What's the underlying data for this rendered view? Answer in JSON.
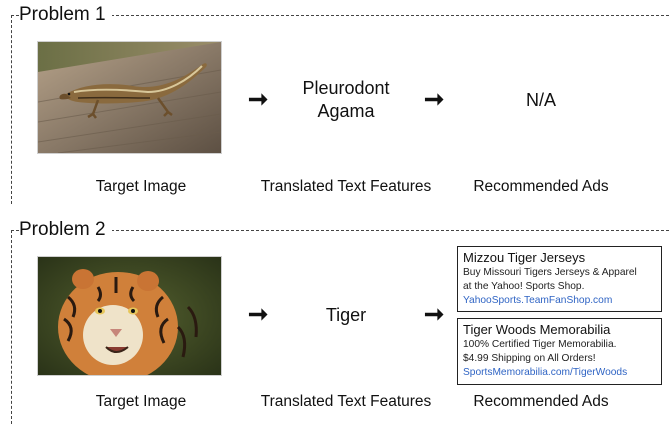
{
  "problems": [
    {
      "title": "Problem 1",
      "image_caption": "Target Image",
      "features_caption": "Translated Text Features",
      "ads_caption": "Recommended Ads",
      "features_line1": "Pleurodont",
      "features_line2": "Agama",
      "ads_text": "N/A",
      "arrow": "➞"
    },
    {
      "title": "Problem 2",
      "image_caption": "Target Image",
      "features_caption": "Translated Text Features",
      "ads_caption": "Recommended Ads",
      "features_line1": "Tiger",
      "arrow": "➞",
      "ads": [
        {
          "title": "Mizzou Tiger Jerseys",
          "line1": "Buy Missouri Tigers Jerseys & Apparel",
          "line2": "at the Yahoo! Sports Shop.",
          "url": "YahooSports.TeamFanShop.com"
        },
        {
          "title": "Tiger Woods Memorabilia",
          "line1": "100% Certified Tiger Memorabilia.",
          "line2": "$4.99 Shipping on All Orders!",
          "url": "SportsMemorabilia.com/TigerWoods"
        }
      ]
    }
  ]
}
